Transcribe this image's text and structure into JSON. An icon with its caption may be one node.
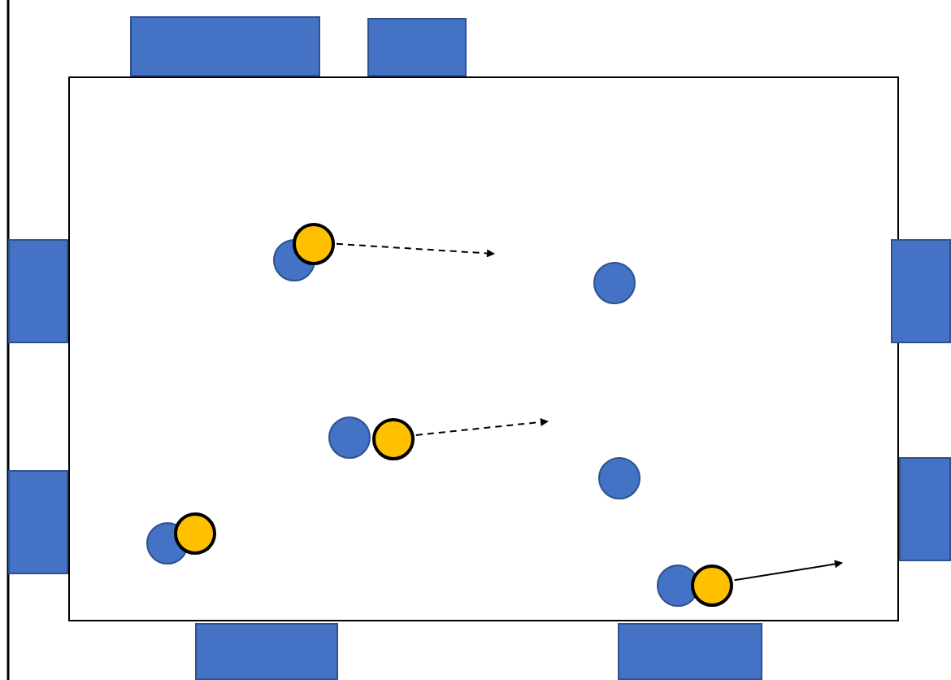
{
  "diagram": {
    "nodes": [
      {
        "text": [],
        "shape": "box"
      },
      {
        "text": [],
        "shape": "box"
      },
      {
        "text": [],
        "shape": "box"
      },
      {
        "text": [],
        "shape": "box"
      },
      {
        "text": [],
        "shape": "box"
      },
      {
        "text": [],
        "shape": "box"
      },
      {
        "text": [],
        "shape": "box"
      },
      {
        "text": [],
        "shape": "box"
      },
      {
        "text": [],
        "shape": "box"
      },
      {
        "text": [],
        "shape": "circle",
        "in": 0
      },
      {
        "text": [],
        "shape": "circle",
        "in": 0
      },
      {
        "text": [],
        "shape": "circle",
        "in": 0
      },
      {
        "text": [],
        "shape": "circle",
        "in": 0
      },
      {
        "text": [],
        "shape": "circle",
        "in": 0
      },
      {
        "text": [],
        "shape": "circle",
        "in": 0
      },
      {
        "text": [],
        "shape": "circle",
        "in": 0
      },
      {
        "text": [],
        "shape": "circle",
        "in": 0
      },
      {
        "text": [],
        "shape": "circle",
        "in": 0
      },
      {
        "text": [],
        "shape": "circle",
        "in": 0
      }
    ],
    "edges": [
      {
        "from": 10,
        "to": null,
        "arrow": "to",
        "style": "dashed"
      },
      {
        "from": 13,
        "to": null,
        "arrow": "to",
        "style": "dashed"
      },
      {
        "from": 18,
        "to": null,
        "arrow": "to"
      }
    ]
  }
}
